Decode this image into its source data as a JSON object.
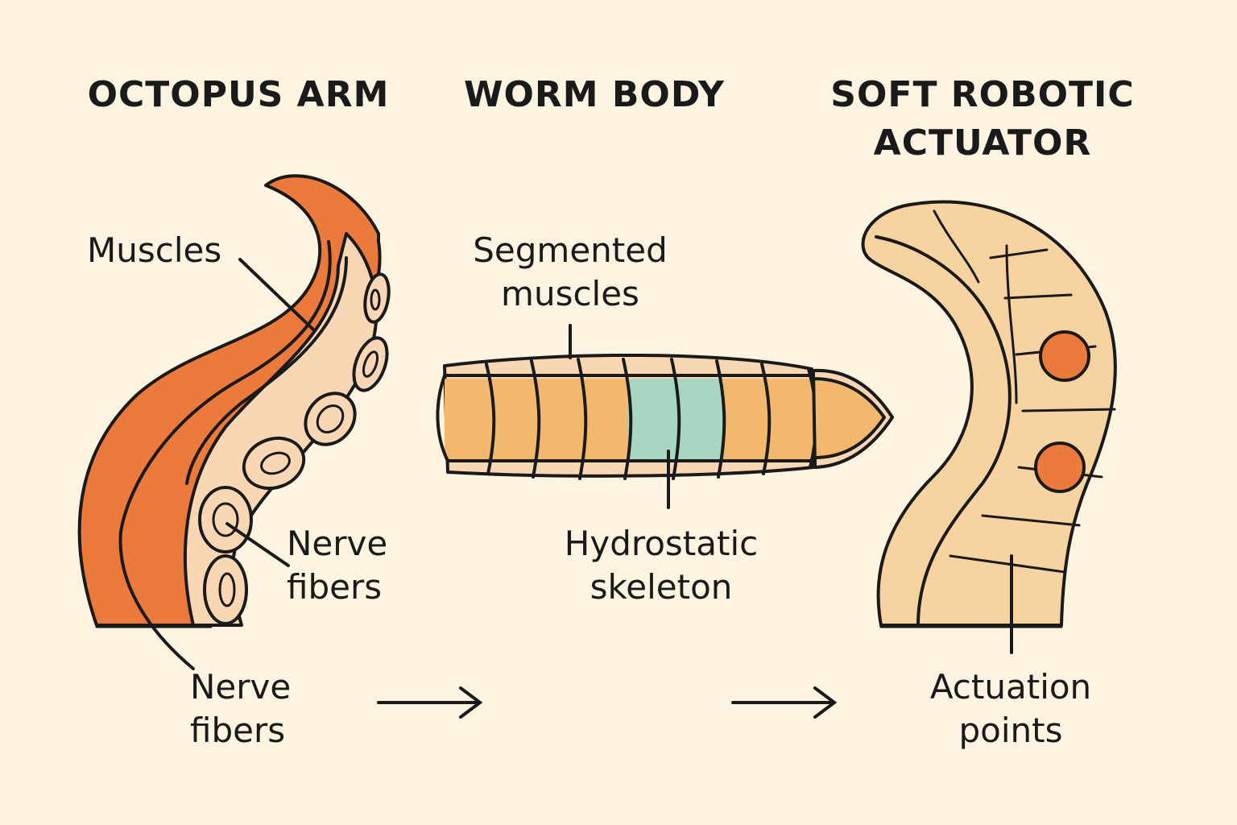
{
  "panels": {
    "octopus": {
      "title": "OCTOPUS ARM",
      "label_muscles": "Muscles",
      "label_nerve_inner_line1": "Nerve",
      "label_nerve_inner_line2": "fibers",
      "label_nerve_outer_line1": "Nerve",
      "label_nerve_outer_line2": "fibers"
    },
    "worm": {
      "title": "WORM BODY",
      "label_segmented_line1": "Segmented",
      "label_segmented_line2": "muscles",
      "label_hydrostatic_line1": "Hydrostatic",
      "label_hydrostatic_line2": "skeleton"
    },
    "actuator": {
      "title_line1": "SOFT ROBOTIC",
      "title_line2": "ACTUATOR",
      "label_actuation_line1": "Actuation",
      "label_actuation_line2": "points"
    }
  },
  "colors": {
    "background": "#fdf3e1",
    "octopus_orange": "#ec7a3c",
    "octopus_skin": "#f9d6b4",
    "worm_orange": "#f3b86e",
    "worm_teal": "#a9d5c3",
    "worm_band": "#f9d6b4",
    "actuator_body": "#f6d3a1",
    "actuation_dot": "#ec7a3c",
    "outline": "#1a1a1a"
  }
}
